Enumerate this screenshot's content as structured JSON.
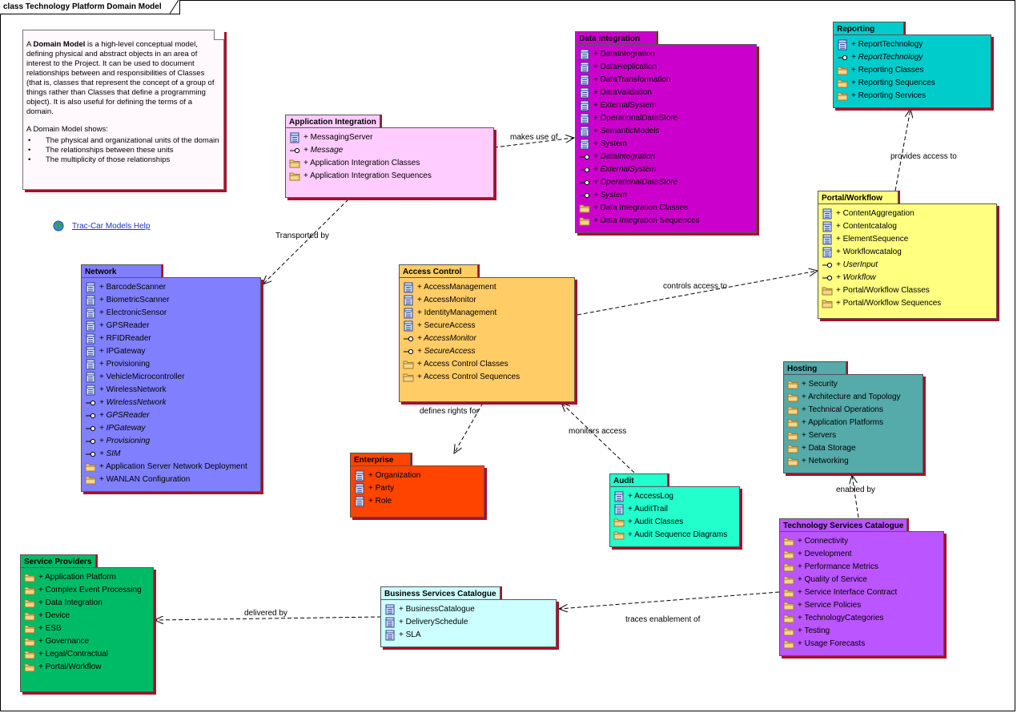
{
  "diagram_title": "class Technology Platform Domain Model",
  "note": {
    "p1_prefix": "A ",
    "p1_bold": "Domain Model",
    "p1_rest": " is a high-level conceptual model, defining physical and abstract objects in an area of interest to the Project. It can be used to document relationships between and responsibilities of Classes (that is, classes that represent the concept of a group of things rather than Classes that define a programming object). It is also useful for defining the terms of a domain.",
    "p2": "A Domain Model shows:",
    "bullets": [
      "The physical and organizational units of the domain",
      "The relationships between these units",
      "The multiplicity of those relationships"
    ]
  },
  "help_link": "Trac-Car  Models Help",
  "packages": {
    "application_integration": {
      "title": "Application Integration",
      "color": "#ffccff",
      "items": [
        {
          "label": "+ MessagingServer",
          "icon": "class"
        },
        {
          "label": "+ Message",
          "icon": "interface"
        },
        {
          "label": "+ Application Integration Classes",
          "icon": "folder"
        },
        {
          "label": "+ Application Integration Sequences",
          "icon": "folder"
        }
      ]
    },
    "data_integration": {
      "title": "Data Integration",
      "color": "#cc00cc",
      "items": [
        {
          "label": "+ DataIntegration",
          "icon": "class"
        },
        {
          "label": "+ DataReplication",
          "icon": "class"
        },
        {
          "label": "+ DataTransformation",
          "icon": "class"
        },
        {
          "label": "+ DataValidation",
          "icon": "class"
        },
        {
          "label": "+ ExternalSystem",
          "icon": "class"
        },
        {
          "label": "+ OperationalDataStore",
          "icon": "class"
        },
        {
          "label": "+ SemanticModels",
          "icon": "class"
        },
        {
          "label": "+ System",
          "icon": "class"
        },
        {
          "label": "+ DataIntegration",
          "icon": "interface"
        },
        {
          "label": "+ ExternalSystem",
          "icon": "interface"
        },
        {
          "label": "+ OperationalDataStore",
          "icon": "interface"
        },
        {
          "label": "+ System",
          "icon": "interface"
        },
        {
          "label": "+ Data Integration Classes",
          "icon": "folder"
        },
        {
          "label": "+ Data Integration Sequences",
          "icon": "folder"
        }
      ]
    },
    "reporting": {
      "title": "Reporting",
      "color": "#00cccc",
      "items": [
        {
          "label": "+ ReportTechnology",
          "icon": "class"
        },
        {
          "label": "+ ReportTechnology",
          "icon": "interface"
        },
        {
          "label": "+ Reporting Classes",
          "icon": "folder"
        },
        {
          "label": "+ Reporting Sequences",
          "icon": "folder"
        },
        {
          "label": "+ Reporting Services",
          "icon": "folder"
        }
      ]
    },
    "portal_workflow": {
      "title": "Portal/Workflow",
      "color": "#ffff80",
      "items": [
        {
          "label": "+ ContentAggregation",
          "icon": "class"
        },
        {
          "label": "+ Contentcatalog",
          "icon": "class"
        },
        {
          "label": "+ ElementSequence",
          "icon": "class"
        },
        {
          "label": "+ Workflowcatalog",
          "icon": "class"
        },
        {
          "label": "+ UserInput",
          "icon": "interface"
        },
        {
          "label": "+ Workflow",
          "icon": "interface"
        },
        {
          "label": "+ Portal/Workflow Classes",
          "icon": "folder"
        },
        {
          "label": "+ Portal/Workflow Sequences",
          "icon": "folder"
        }
      ]
    },
    "network": {
      "title": "Network",
      "color": "#8080ff",
      "items": [
        {
          "label": "+ BarcodeScanner",
          "icon": "class"
        },
        {
          "label": "+ BiometricScanner",
          "icon": "class"
        },
        {
          "label": "+ ElectronicSensor",
          "icon": "class"
        },
        {
          "label": "+ GPSReader",
          "icon": "class"
        },
        {
          "label": "+ RFIDReader",
          "icon": "class"
        },
        {
          "label": "+ IPGateway",
          "icon": "class"
        },
        {
          "label": "+ Provisioning",
          "icon": "class"
        },
        {
          "label": "+ VehicleMicrocontroller",
          "icon": "class"
        },
        {
          "label": "+ WirelessNetwork",
          "icon": "class"
        },
        {
          "label": "+ WirelessNetwork",
          "icon": "interface"
        },
        {
          "label": "+ GPSReader",
          "icon": "interface"
        },
        {
          "label": "+ IPGateway",
          "icon": "interface"
        },
        {
          "label": "+ Provisioning",
          "icon": "interface"
        },
        {
          "label": "+ SIM",
          "icon": "interface"
        },
        {
          "label": "+ Application Server Network Deployment",
          "icon": "folder"
        },
        {
          "label": "+ WANLAN Configuration",
          "icon": "folder"
        }
      ]
    },
    "access_control": {
      "title": "Access Control",
      "color": "#ffcc66",
      "items": [
        {
          "label": "+ AccessManagement",
          "icon": "class"
        },
        {
          "label": "+ AccessMonitor",
          "icon": "class"
        },
        {
          "label": "+ IdentityManagement",
          "icon": "class"
        },
        {
          "label": "+ SecureAccess",
          "icon": "class"
        },
        {
          "label": "+ AccessMonitor",
          "icon": "interface"
        },
        {
          "label": "+ SecureAccess",
          "icon": "interface"
        },
        {
          "label": "+ Access Control Classes",
          "icon": "folder"
        },
        {
          "label": "+ Access Control Sequences",
          "icon": "folder"
        }
      ]
    },
    "hosting": {
      "title": "Hosting",
      "color": "#55aaaa",
      "items": [
        {
          "label": "+ Security",
          "icon": "folder"
        },
        {
          "label": "+ Architecture and Topology",
          "icon": "folder"
        },
        {
          "label": "+ Technical Operations",
          "icon": "folder"
        },
        {
          "label": "+ Application Platforms",
          "icon": "folder"
        },
        {
          "label": "+ Servers",
          "icon": "folder"
        },
        {
          "label": "+ Data Storage",
          "icon": "folder"
        },
        {
          "label": "+ Networking",
          "icon": "folder"
        }
      ]
    },
    "enterprise": {
      "title": "Enterprise",
      "color": "#ff4400",
      "items": [
        {
          "label": "+ Organization",
          "icon": "class"
        },
        {
          "label": "+ Party",
          "icon": "class"
        },
        {
          "label": "+ Role",
          "icon": "class"
        }
      ]
    },
    "audit": {
      "title": "Audit",
      "color": "#22ffcc",
      "items": [
        {
          "label": "+ AccessLog",
          "icon": "class"
        },
        {
          "label": "+ AuditTrail",
          "icon": "class"
        },
        {
          "label": "+ Audit Classes",
          "icon": "folder"
        },
        {
          "label": "+ Audit Sequence Diagrams",
          "icon": "folder"
        }
      ]
    },
    "technology_services": {
      "title": "Technology Services Catalogue",
      "color": "#bb55ff",
      "items": [
        {
          "label": "+ Connectivity",
          "icon": "folder"
        },
        {
          "label": "+ Development",
          "icon": "folder"
        },
        {
          "label": "+ Performance Metrics",
          "icon": "folder"
        },
        {
          "label": "+ Quality of Service",
          "icon": "folder"
        },
        {
          "label": "+ Service Interface Contract",
          "icon": "folder"
        },
        {
          "label": "+ Service Policies",
          "icon": "folder"
        },
        {
          "label": "+ TechnologyCategories",
          "icon": "folder"
        },
        {
          "label": "+ Testing",
          "icon": "folder"
        },
        {
          "label": "+ Usage Forecasts",
          "icon": "folder"
        }
      ]
    },
    "service_providers": {
      "title": "Service Providers",
      "color": "#00bb66",
      "items": [
        {
          "label": "+ Application Platform",
          "icon": "folder"
        },
        {
          "label": "+ Complex Event Processing",
          "icon": "folder"
        },
        {
          "label": "+ Data Integration",
          "icon": "folder"
        },
        {
          "label": "+ Device",
          "icon": "folder"
        },
        {
          "label": "+ ESB",
          "icon": "folder"
        },
        {
          "label": "+ Governance",
          "icon": "folder"
        },
        {
          "label": "+ Legal/Contractual",
          "icon": "folder"
        },
        {
          "label": "+ Portal/Workflow",
          "icon": "folder"
        }
      ]
    },
    "business_services": {
      "title": "Business Services Catalogue",
      "color": "#ccffff",
      "items": [
        {
          "label": "+ BusinessCatalogue",
          "icon": "class"
        },
        {
          "label": "+ DeliverySchedule",
          "icon": "class"
        },
        {
          "label": "+ SLA",
          "icon": "class"
        }
      ]
    }
  },
  "relations": {
    "makes_use_of": "makes use of",
    "transported_by": "Transported by",
    "provides_access_to": "provides access to",
    "controls_access_to": "controls access to",
    "defines_rights_for": "defines rights for",
    "monitors_access": "monitors access",
    "enabled_by": "enabled by",
    "traces_enablement_of": "traces enablement of",
    "delivered_by": "delivered by"
  }
}
